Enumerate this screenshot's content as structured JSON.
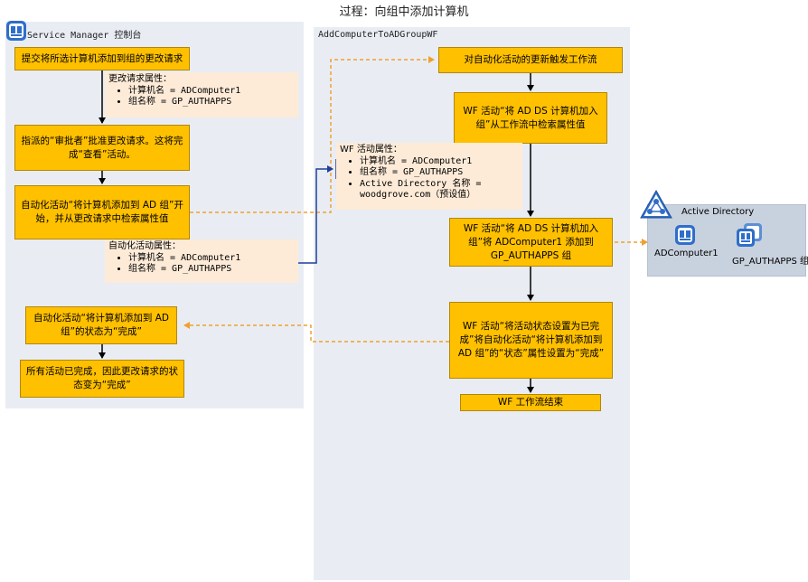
{
  "title": "过程：向组中添加计算机",
  "lanes": {
    "console": {
      "label": "Service Manager 控制台"
    },
    "workflow": {
      "label": "AddComputerToADGroupWF"
    }
  },
  "console_boxes": {
    "submit": "提交将所选计算机添加到组的更改请求",
    "approve": "指派的“审批者”批准更改请求。这将完成“查看”活动。",
    "auto_start": "自动化活动“将计算机添加到 AD 组”开始，并从更改请求中检索属性值",
    "auto_status": "自动化活动“将计算机添加到 AD 组”的状态为“完成”",
    "all_done": "所有活动已完成，因此更改请求的状态变为“完成”"
  },
  "notes": {
    "change_request": {
      "header": "更改请求属性：",
      "items": [
        "计算机名 = ADComputer1",
        "组名称 = GP_AUTHAPPS"
      ]
    },
    "wf_activity": {
      "header": "WF 活动属性：",
      "items": [
        "计算机名 = ADComputer1",
        "组名称 = GP_AUTHAPPS",
        "Active Directory 名称 = woodgrove.com（预设值）"
      ]
    },
    "automation_activity": {
      "header": "自动化活动属性：",
      "items": [
        "计算机名 = ADComputer1",
        "组名称 = GP_AUTHAPPS"
      ]
    }
  },
  "workflow_boxes": {
    "trigger": "对自动化活动的更新触发工作流",
    "retrieve": "WF 活动“将 AD DS 计算机加入组”从工作流中检索属性值",
    "add": "WF 活动“将 AD DS 计算机加入组”将 ADComputer1 添加到 GP_AUTHAPPS 组",
    "set_status": "WF 活动“将活动状态设置为已完成”将自动化活动“将计算机添加到 AD 组”的“状态”属性设置为“完成”",
    "end": "WF 工作流结束"
  },
  "active_directory": {
    "label": "Active Directory",
    "computer": "ADComputer1",
    "group": "GP_AUTHAPPS 组"
  },
  "colors": {
    "box_fill": "#ffc000",
    "note_fill": "#fdebd8",
    "lane_fill": "#e9edf3",
    "ad_fill": "#c8d1de",
    "dashed_arrow": "#f0a030",
    "blue_connector": "#1f3e99",
    "icon_blue": "#2f6ec9"
  }
}
